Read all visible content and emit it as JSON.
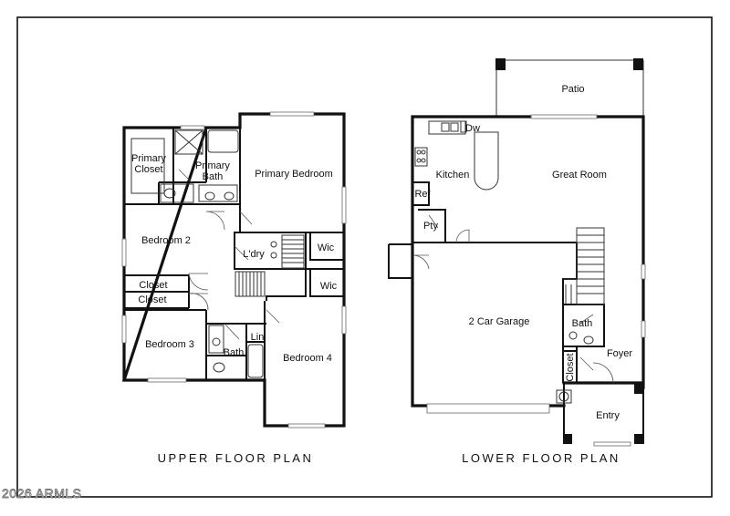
{
  "upper_floor": {
    "title": "UPPER FLOOR PLAN",
    "rooms": {
      "primary_closet": [
        "Primary",
        "Closet"
      ],
      "primary_bath": [
        "Primary",
        "Bath"
      ],
      "primary_bedroom": "Primary Bedroom",
      "bedroom_2": "Bedroom 2",
      "laundry": "L'dry",
      "wic_1": "Wic",
      "wic_2": "Wic",
      "closet_1": "Closet",
      "closet_2": "Closet",
      "bedroom_3": "Bedroom 3",
      "bath": "Bath",
      "linen": "Lin",
      "bedroom_4": "Bedroom 4"
    }
  },
  "lower_floor": {
    "title": "LOWER FLOOR PLAN",
    "rooms": {
      "patio": "Patio",
      "dishwasher": "Dw",
      "kitchen": "Kitchen",
      "great_room": "Great Room",
      "refrigerator": "Ref",
      "pantry": "Pty",
      "garage": "2 Car Garage",
      "bath": "Bath",
      "foyer": "Foyer",
      "closet": "Closet",
      "entry": "Entry"
    }
  },
  "watermark": "2026 ARMLS"
}
